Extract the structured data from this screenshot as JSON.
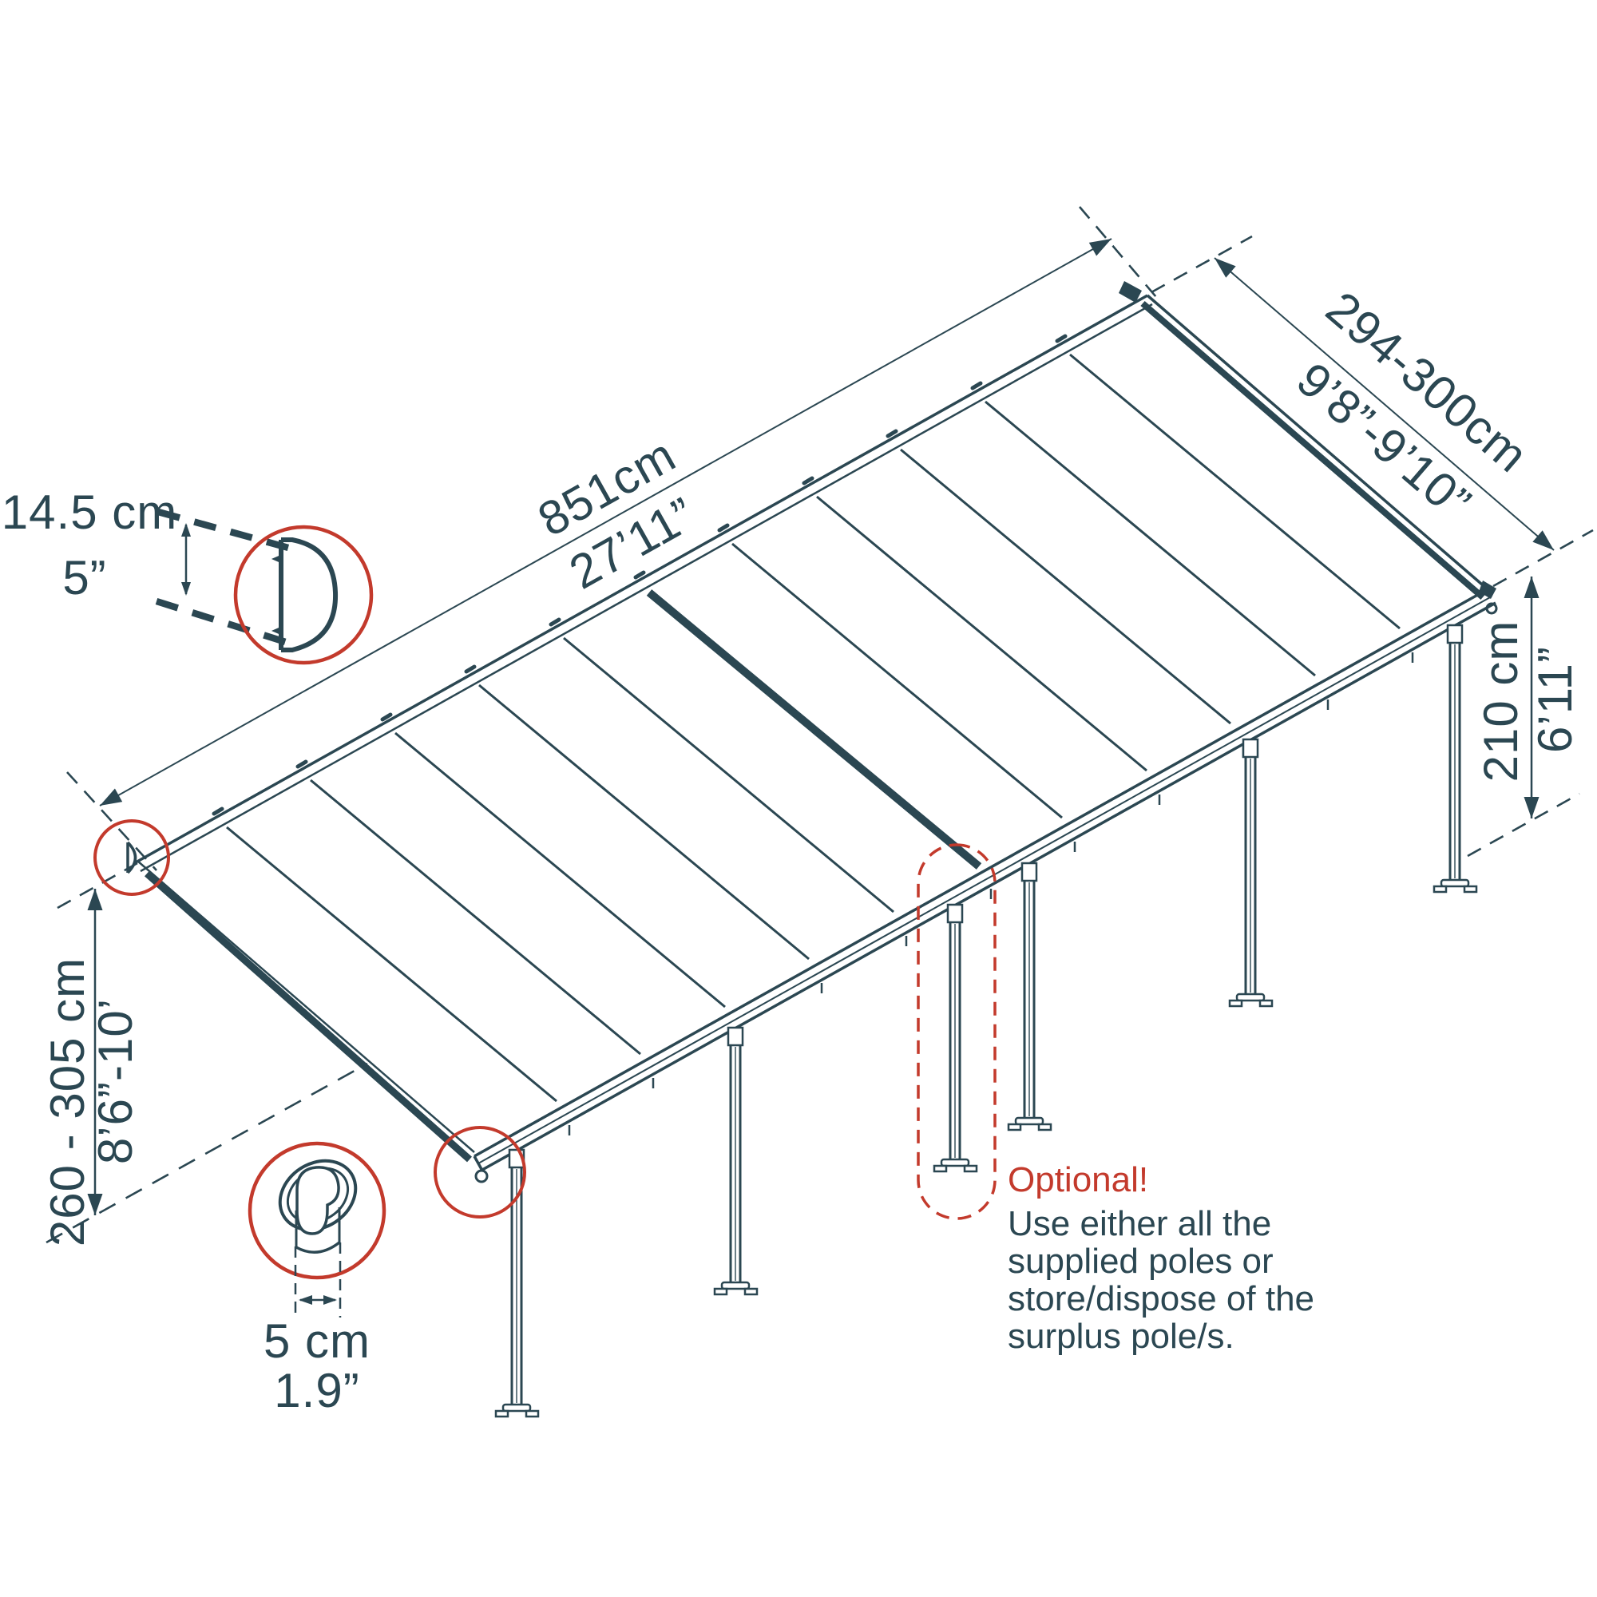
{
  "figure": {
    "type": "isometric-dimension-diagram",
    "subject": "wall-mounted patio cover with polycarbonate roof panels and support poles",
    "panel_count": 12,
    "pole_count": 6,
    "colors": {
      "line": "#2b4752",
      "accent_red": "#c33a2c",
      "background": "#ffffff"
    }
  },
  "dims": {
    "length": {
      "metric": "851cm",
      "imperial": "27’11”"
    },
    "depth": {
      "metric": "294-300cm",
      "imperial": "9’8”-9’10”"
    },
    "clearance": {
      "metric": "210 cm",
      "imperial": "6’11”"
    },
    "back_height": {
      "metric": "260 - 305 cm",
      "imperial": "8’6”-10’"
    },
    "profile": {
      "metric": "14.5 cm",
      "imperial": "5”"
    },
    "pole": {
      "metric": "5 cm",
      "imperial": "1.9”"
    }
  },
  "note": {
    "title": "Optional!",
    "lines": [
      "Use either all the",
      "supplied poles or",
      "store/dispose of the",
      "surplus pole/s."
    ]
  }
}
